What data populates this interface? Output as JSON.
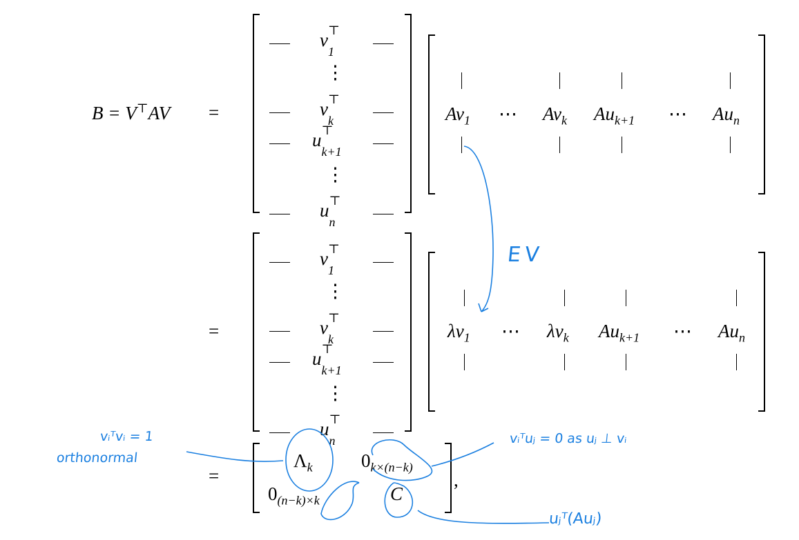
{
  "equation": {
    "lhs": "B = V",
    "lhs_sup": "⊤",
    "lhs_tail": "AV",
    "equals": "=",
    "rows_top": [
      "v",
      "⋮",
      "v",
      "u",
      "⋮",
      "u"
    ],
    "row_subs": [
      "1",
      "",
      "k",
      "k+1",
      "",
      "n"
    ],
    "transpose": "⊤",
    "vdots": "⋮",
    "cdots": "⋯",
    "cols1": [
      {
        "t": "Av",
        "s": "1"
      },
      {
        "t": "Av",
        "s": "k"
      },
      {
        "t": "Au",
        "s": "k+1"
      },
      {
        "t": "Au",
        "s": "n"
      }
    ],
    "cols2": [
      {
        "t": "λv",
        "s": "1"
      },
      {
        "t": "λv",
        "s": "k"
      },
      {
        "t": "Au",
        "s": "k+1"
      },
      {
        "t": "Au",
        "s": "n"
      }
    ],
    "block": {
      "lambda": "Λ",
      "lambda_sub": "k",
      "zero": "0",
      "zero_tr_sub": "k×(n−k)",
      "zero_bl_sub": "(n−k)×k",
      "c": "C",
      "comma": ","
    }
  },
  "annotations": {
    "ev": "EV",
    "unit": "vᵢᵀvᵢ = 1",
    "orthonormal": "orthonormal",
    "ortho_zero": "vᵢᵀuⱼ = 0  as uⱼ ⊥ vᵢ",
    "c_entry": "uⱼᵀ(Auⱼ)",
    "color": "#1a7fe0"
  }
}
